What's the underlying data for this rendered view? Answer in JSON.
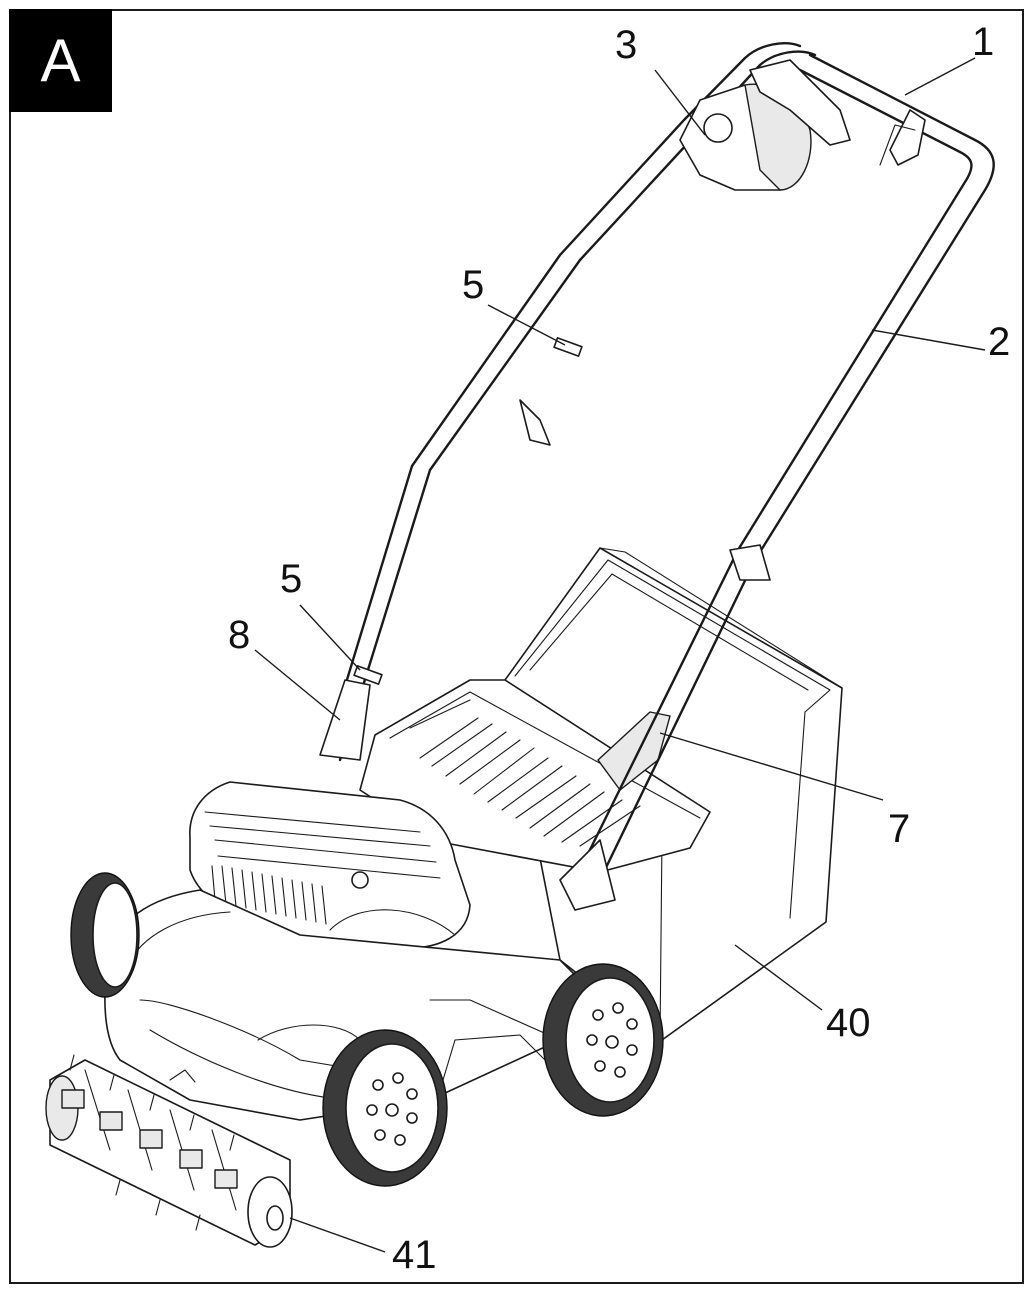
{
  "figure": {
    "badge_label": "A",
    "callouts": [
      {
        "id": "c1",
        "label": "1"
      },
      {
        "id": "c2",
        "label": "2"
      },
      {
        "id": "c3",
        "label": "3"
      },
      {
        "id": "c5a",
        "label": "5"
      },
      {
        "id": "c5b",
        "label": "5"
      },
      {
        "id": "c7",
        "label": "7"
      },
      {
        "id": "c8",
        "label": "8"
      },
      {
        "id": "c40",
        "label": "40"
      },
      {
        "id": "c41",
        "label": "41"
      }
    ]
  }
}
